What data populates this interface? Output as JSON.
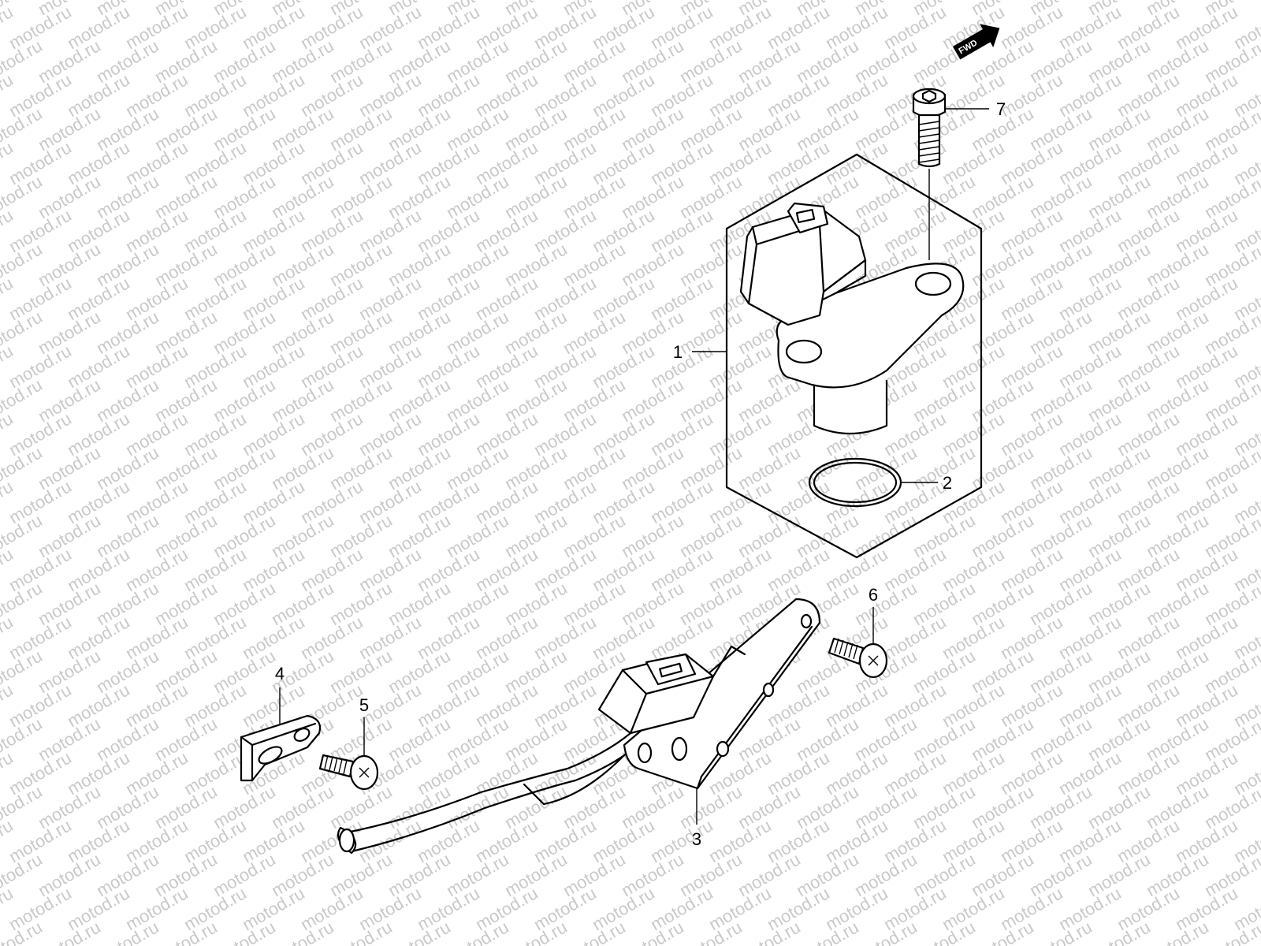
{
  "watermark": {
    "text": "motod.ru",
    "color": "#c9c9c9"
  },
  "direction_badge": {
    "text": "FWD"
  },
  "callouts": [
    {
      "id": "1",
      "label": "1"
    },
    {
      "id": "2",
      "label": "2"
    },
    {
      "id": "3",
      "label": "3"
    },
    {
      "id": "4",
      "label": "4"
    },
    {
      "id": "5",
      "label": "5"
    },
    {
      "id": "6",
      "label": "6"
    },
    {
      "id": "7",
      "label": "7"
    }
  ]
}
